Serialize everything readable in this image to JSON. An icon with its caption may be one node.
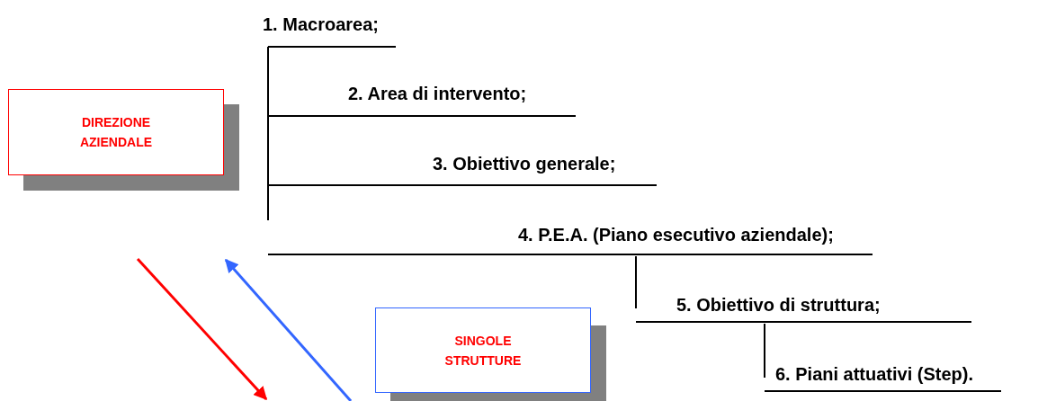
{
  "diagram": {
    "nodes": [
      {
        "text": [
          "DIREZIONE AZIENDALE"
        ]
      },
      {
        "text": [
          "SINGOLE STRUTTURE"
        ]
      },
      {
        "text": [
          "1. Macroarea;"
        ]
      },
      {
        "text": [
          "2. Area di intervento;"
        ]
      },
      {
        "text": [
          "3. Obiettivo generale;"
        ]
      },
      {
        "text": [
          "4. P.E.A. (Piano esecutivo aziendale);"
        ]
      },
      {
        "text": [
          "5. Obiettivo di struttura;"
        ]
      },
      {
        "text": [
          "6. Piani attuativi (Step)."
        ]
      }
    ],
    "edges": [
      {
        "from": 2,
        "to": 3,
        "arrow": "none"
      },
      {
        "from": 3,
        "to": 4,
        "arrow": "none"
      },
      {
        "from": 4,
        "to": 5,
        "arrow": "none"
      },
      {
        "from": 5,
        "to": 6,
        "arrow": "none"
      },
      {
        "from": 6,
        "to": 7,
        "arrow": "none"
      }
    ]
  }
}
